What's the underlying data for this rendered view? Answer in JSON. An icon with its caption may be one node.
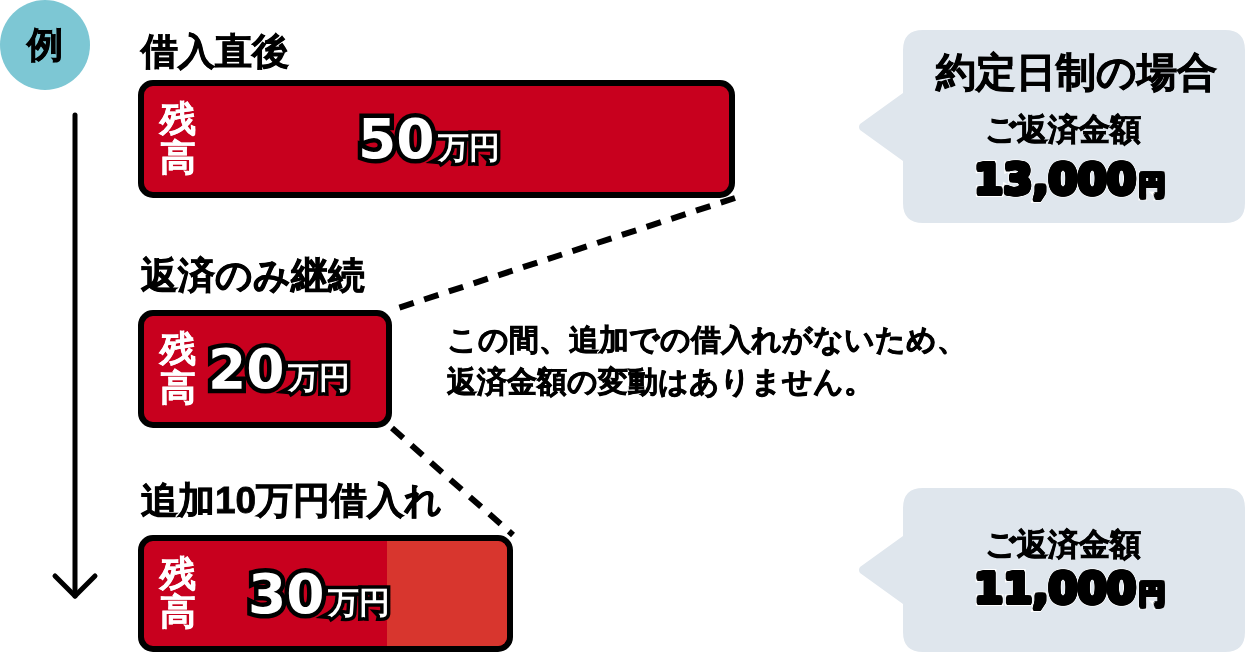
{
  "diagram": {
    "nodes": [
      {
        "text": [
          "例"
        ]
      },
      {
        "text": [
          "借入直後",
          "残高",
          "50万円"
        ]
      },
      {
        "text": [
          "約定日制の場合",
          "ご返済金額",
          "13,000円"
        ]
      },
      {
        "text": [
          "返済のみ継続",
          "残高",
          "20万円"
        ]
      },
      {
        "text": [
          "追加10万円借入れ",
          "残高",
          "30万円"
        ]
      },
      {
        "text": [],
        "shape": "bar",
        "in": 4
      },
      {
        "text": [
          "ご返済金額",
          "11,000円"
        ]
      }
    ],
    "edges": [
      {
        "from": 1,
        "to": 3,
        "arrow": "none",
        "style": "dashed"
      },
      {
        "from": 3,
        "to": 4,
        "arrow": "none",
        "style": "dashed"
      }
    ],
    "labels": [
      "この間、追加での借入れがないため、返済金額の変動はありません。"
    ]
  }
}
